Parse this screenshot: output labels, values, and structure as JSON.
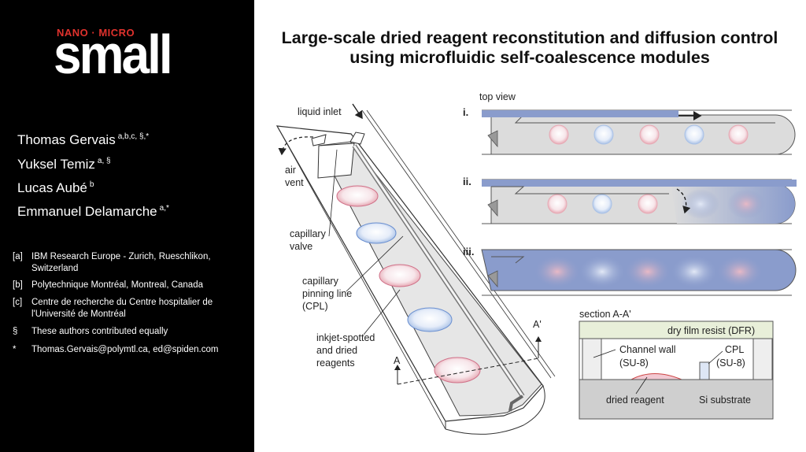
{
  "journal": {
    "nano_micro": "NANO · MICRO",
    "name": "small"
  },
  "authors": [
    {
      "name": "Thomas Gervais",
      "sup": "a,b,c, §,*"
    },
    {
      "name": "Yuksel Temiz",
      "sup": "a, §"
    },
    {
      "name": "Lucas Aubé",
      "sup": "b"
    },
    {
      "name": "Emmanuel Delamarche",
      "sup": "a,*"
    }
  ],
  "affiliations": [
    {
      "key": "[a]",
      "text": "IBM Research Europe - Zurich, Rueschlikon, Switzerland"
    },
    {
      "key": "[b]",
      "text": "Polytechnique Montréal, Montreal, Canada"
    },
    {
      "key": "[c]",
      "text": "Centre de recherche du Centre hospitalier de l'Université de Montréal"
    },
    {
      "key": "§",
      "text": "These authors contributed equally"
    },
    {
      "key": "*",
      "text": "Thomas.Gervais@polymtl.ca, ed@spiden.com"
    }
  ],
  "title": "Large-scale dried reagent reconstitution and diffusion control using microfluidic self-coalescence modules",
  "figure": {
    "labels": {
      "liquid_inlet": "liquid inlet",
      "air_vent_1": "air",
      "air_vent_2": "vent",
      "capillary_valve_1": "capillary",
      "capillary_valve_2": "valve",
      "cpl_1": "capillary",
      "cpl_2": "pinning line",
      "cpl_3": "(CPL)",
      "reagents_1": "inkjet-spotted",
      "reagents_2": "and dried",
      "reagents_3": "reagents",
      "a": "A",
      "a_prime": "A'",
      "top_view": "top view"
    },
    "steps": [
      "i.",
      "ii.",
      "iii."
    ],
    "section": {
      "title": "section A-A'",
      "dfr": "dry film resist (DFR)",
      "channel_wall_1": "Channel wall",
      "channel_wall_2": "(SU-8)",
      "cpl_1": "CPL",
      "cpl_2": "(SU-8)",
      "dried_reagent": "dried reagent",
      "substrate": "Si substrate"
    },
    "colors": {
      "reagent_red": "#e7a9b4",
      "reagent_blue": "#a9c1e6",
      "liquid": "#8a9ccc",
      "channel": "#dcdcdc"
    }
  }
}
